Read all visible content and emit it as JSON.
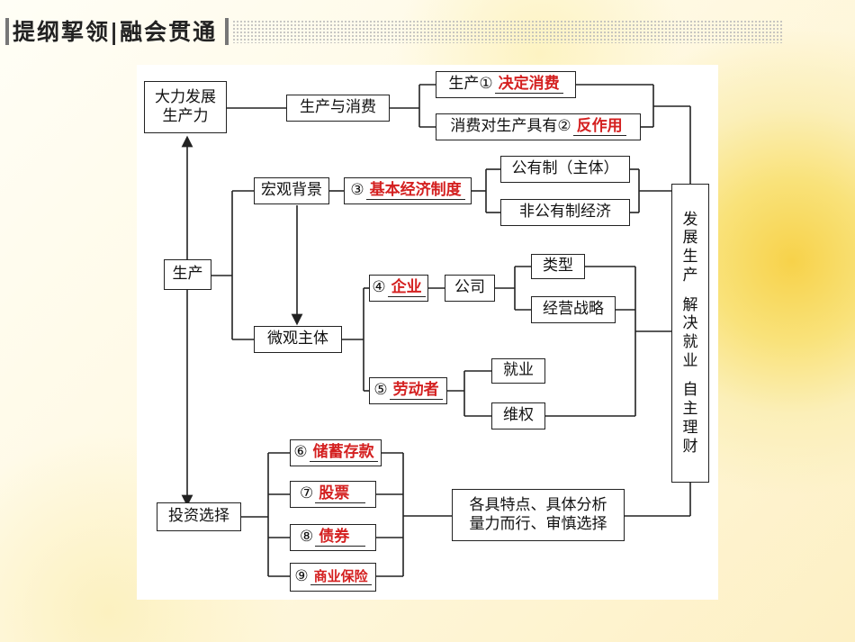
{
  "header": {
    "title": "提纲挈领|融会贯通"
  },
  "nodes": {
    "develop_line1": "大力发展",
    "develop_line2": "生产力",
    "prod_consume": "生产与消费",
    "b1_prefix": "生产①",
    "b1_answer": "决定消费",
    "b2_prefix": "消费对生产具有②",
    "b2_answer": "反作用",
    "macro": "宏观背景",
    "b3_prefix": "③",
    "b3_answer": "基本经济制度",
    "public": "公有制（主体）",
    "nonpublic": "非公有制经济",
    "production": "生产",
    "micro": "微观主体",
    "b4_prefix": "④",
    "b4_answer": "企业",
    "company": "公司",
    "type": "类型",
    "strategy": "经营战略",
    "b5_prefix": "⑤",
    "b5_answer": "劳动者",
    "employment": "就业",
    "rights": "维权",
    "invest": "投资选择",
    "b6_prefix": "⑥",
    "b6_answer": "储蓄存款",
    "b7_prefix": "⑦",
    "b7_answer": "股票",
    "b8_prefix": "⑧",
    "b8_answer": "债券",
    "b9_prefix": "⑨",
    "b9_answer": "商业保险",
    "features_line1": "各具特点、具体分析",
    "features_line2": "量力而行、审慎选择",
    "right_g1": [
      "发",
      "展",
      "生",
      "产"
    ],
    "right_g2": [
      "解",
      "决",
      "就",
      "业"
    ],
    "right_g3": [
      "自",
      "主",
      "理",
      "财"
    ]
  },
  "colors": {
    "answer": "#d42020",
    "line": "#222222"
  }
}
